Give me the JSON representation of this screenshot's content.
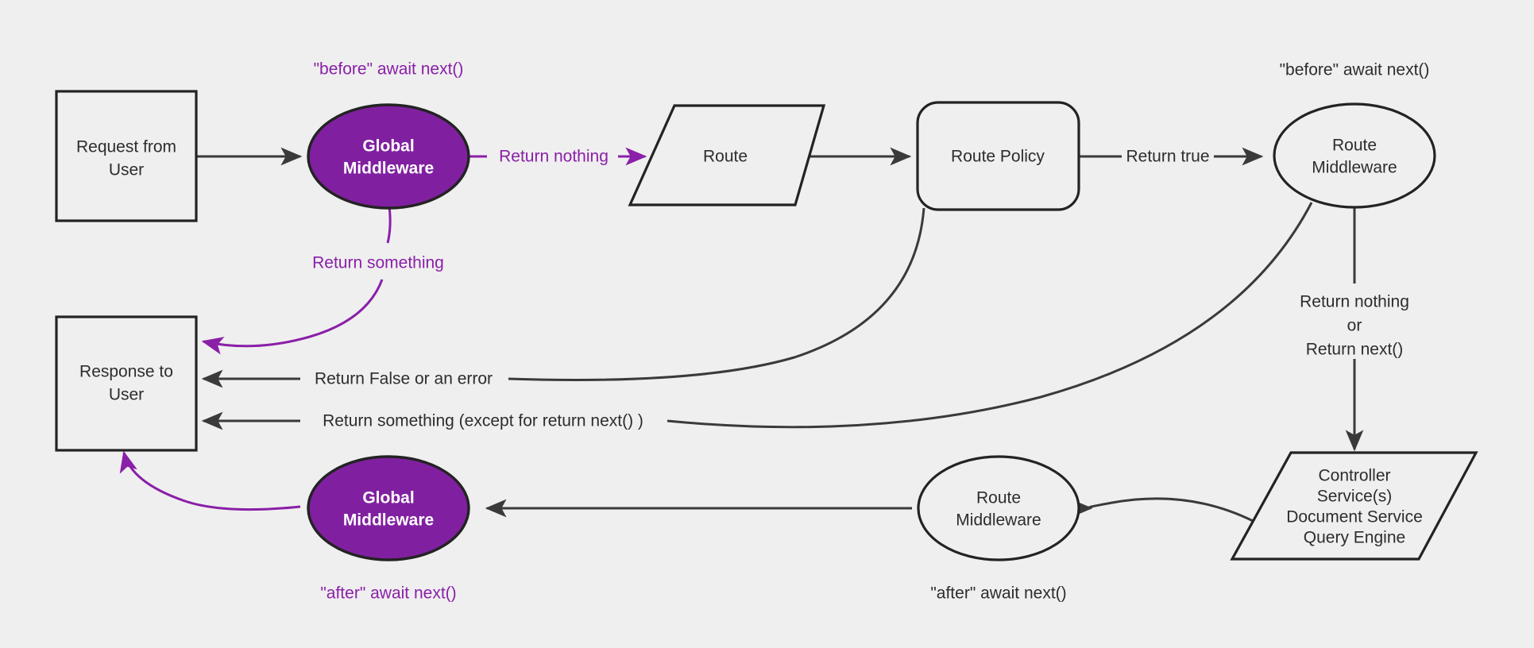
{
  "diagram": {
    "background_color": "#efefef",
    "accent_color": "#8a1fa8",
    "node_fill": "#efefef",
    "node_stroke": "#232323",
    "purple_fill": "#8020a0",
    "nodes": {
      "request_from_user": {
        "line1": "Request from",
        "line2": "User",
        "shape": "rectangle"
      },
      "global_middleware_top": {
        "line1": "Global",
        "line2": "Middleware",
        "shape": "ellipse"
      },
      "route": {
        "line1": "Route",
        "shape": "parallelogram"
      },
      "route_policy": {
        "line1": "Route Policy",
        "shape": "rounded-rectangle"
      },
      "route_middleware_top": {
        "line1": "Route",
        "line2": "Middleware",
        "shape": "ellipse"
      },
      "controller": {
        "line1": "Controller",
        "line2": "Service(s)",
        "line3": "Document Service",
        "line4": "Query Engine",
        "shape": "parallelogram"
      },
      "route_middleware_bottom": {
        "line1": "Route",
        "line2": "Middleware",
        "shape": "ellipse"
      },
      "global_middleware_bottom": {
        "line1": "Global",
        "line2": "Middleware",
        "shape": "ellipse"
      },
      "response_to_user": {
        "line1": "Response to",
        "line2": "User",
        "shape": "rectangle"
      }
    },
    "annotations": {
      "before_await_next_global": "\"before\" await next()",
      "before_await_next_route": "\"before\" await next()",
      "after_await_next_global": "\"after\" await next()",
      "after_await_next_route": "\"after\" await next()"
    },
    "edge_labels": {
      "return_nothing": "Return nothing",
      "return_something": "Return something",
      "return_true": "Return true",
      "return_nothing_or_l1": "Return nothing",
      "return_nothing_or_l2": "or",
      "return_nothing_or_l3": "Return next()",
      "return_false_or_error": "Return False or an error",
      "return_something_except": "Return something (except for return next() )"
    }
  }
}
